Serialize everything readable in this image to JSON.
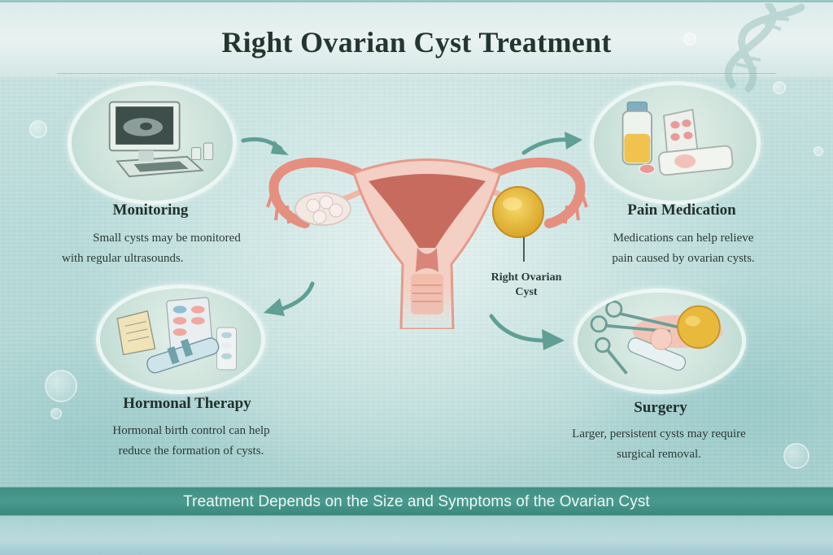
{
  "title": "Right Ovarian Cyst Treatment",
  "center": {
    "diagram": "uterus-with-ovaries",
    "callout_label_line1": "Right Ovarian",
    "callout_label_line2": "Cyst"
  },
  "treatments": [
    {
      "id": "monitoring",
      "heading": "Monitoring",
      "desc_line1": "Small cysts may be monitored",
      "desc_line2": "with regular ultrasounds.",
      "icon": "ultrasound-monitor-icon"
    },
    {
      "id": "pain-medication",
      "heading": "Pain Medication",
      "desc_line1": "Medications can help relieve",
      "desc_line2": "pain caused by ovarian cysts.",
      "icon": "medication-bottle-pills-icon"
    },
    {
      "id": "hormonal-therapy",
      "heading": "Hormonal Therapy",
      "desc_line1": "Hormonal birth control can help",
      "desc_line2": "reduce the formation of cysts.",
      "icon": "birth-control-pills-icon"
    },
    {
      "id": "surgery",
      "heading": "Surgery",
      "desc_line1": "Larger, persistent cysts may require",
      "desc_line2": "surgical removal.",
      "icon": "surgical-instruments-icon"
    }
  ],
  "footer": {
    "text": "Treatment Depends on the Size and Symptoms of the Ovarian Cyst"
  },
  "colors": {
    "background": "#b9dcda",
    "title_text": "#24362f",
    "footer_band": "#4a9a8f",
    "arrow": "#5f9f94",
    "uterus": "#e9a497",
    "cyst": "#e5b93a"
  }
}
